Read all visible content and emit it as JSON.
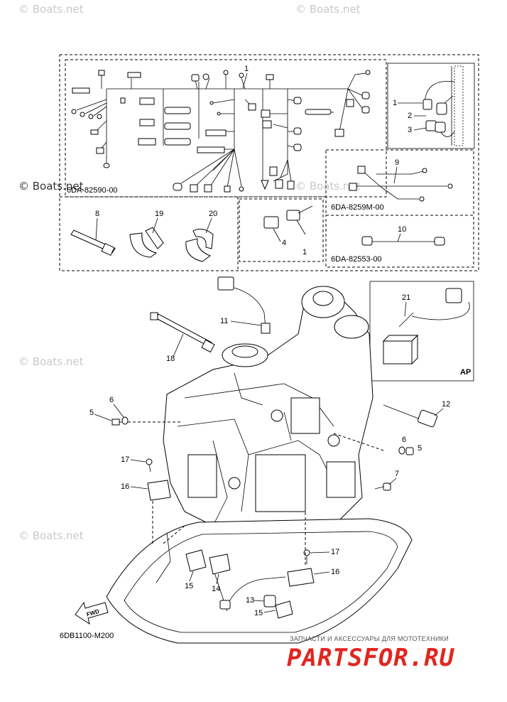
{
  "watermark": "© Boats.net",
  "diagram_code": "6DB1100-M200",
  "kit_codes": {
    "harness_kit": "6DA-82590-00",
    "harness_9": "6DA-8259M-00",
    "harness_10": "6DA-82553-00"
  },
  "ap_label": "AP",
  "fwd_label": "FWD",
  "footer": {
    "ru_text": "ЗАПЧАСТИ И АКСЕССУАРЫ ДЛЯ МОТОТЕХНИКИ",
    "logo_text": "PARTSFOR.RU"
  },
  "callouts": {
    "c1_top": "1",
    "c1_inset": "1",
    "c2_inset": "2",
    "c3_inset": "3",
    "c9": "9",
    "c8": "8",
    "c19": "19",
    "c20": "20",
    "c4": "4",
    "c1_sub": "1",
    "c10": "10",
    "c11": "11",
    "c21": "21",
    "c18": "18",
    "c5_left": "5",
    "c6_left": "6",
    "c12": "12",
    "c6_right": "6",
    "c5_right": "5",
    "c17_left": "17",
    "c7": "7",
    "c16_left": "16",
    "c17_right": "17",
    "c16_right": "16",
    "c15_left": "15",
    "c14": "14",
    "c13": "13",
    "c15_right": "15"
  }
}
